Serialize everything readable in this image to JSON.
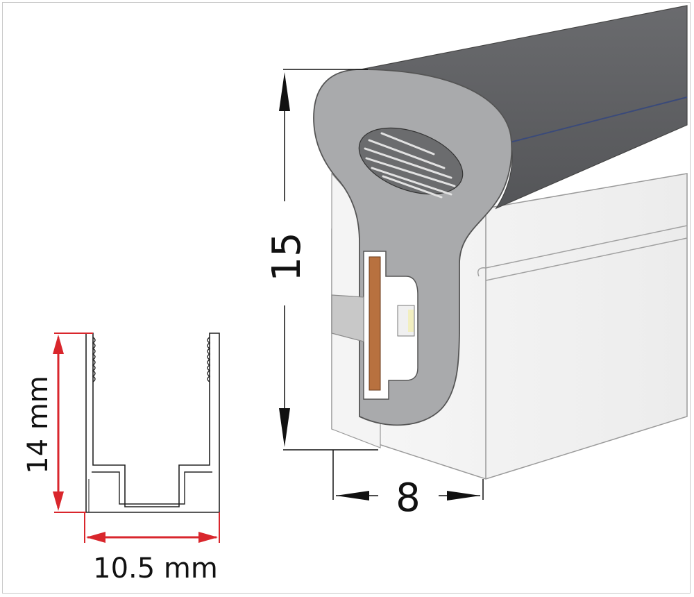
{
  "dimensions": {
    "height_label": "15",
    "width_label": "8",
    "channel_height_label": "14 mm",
    "channel_width_label": "10.5 mm"
  },
  "colors": {
    "profile_body": "#5f6063",
    "profile_face": "#a8a9ab",
    "profile_side": "#f3f3f3",
    "pcb": "#b8713f",
    "led_chip": "#f2efc0",
    "dimension_arrow_red": "#d9262c",
    "dimension_arrow_black": "#111111"
  }
}
